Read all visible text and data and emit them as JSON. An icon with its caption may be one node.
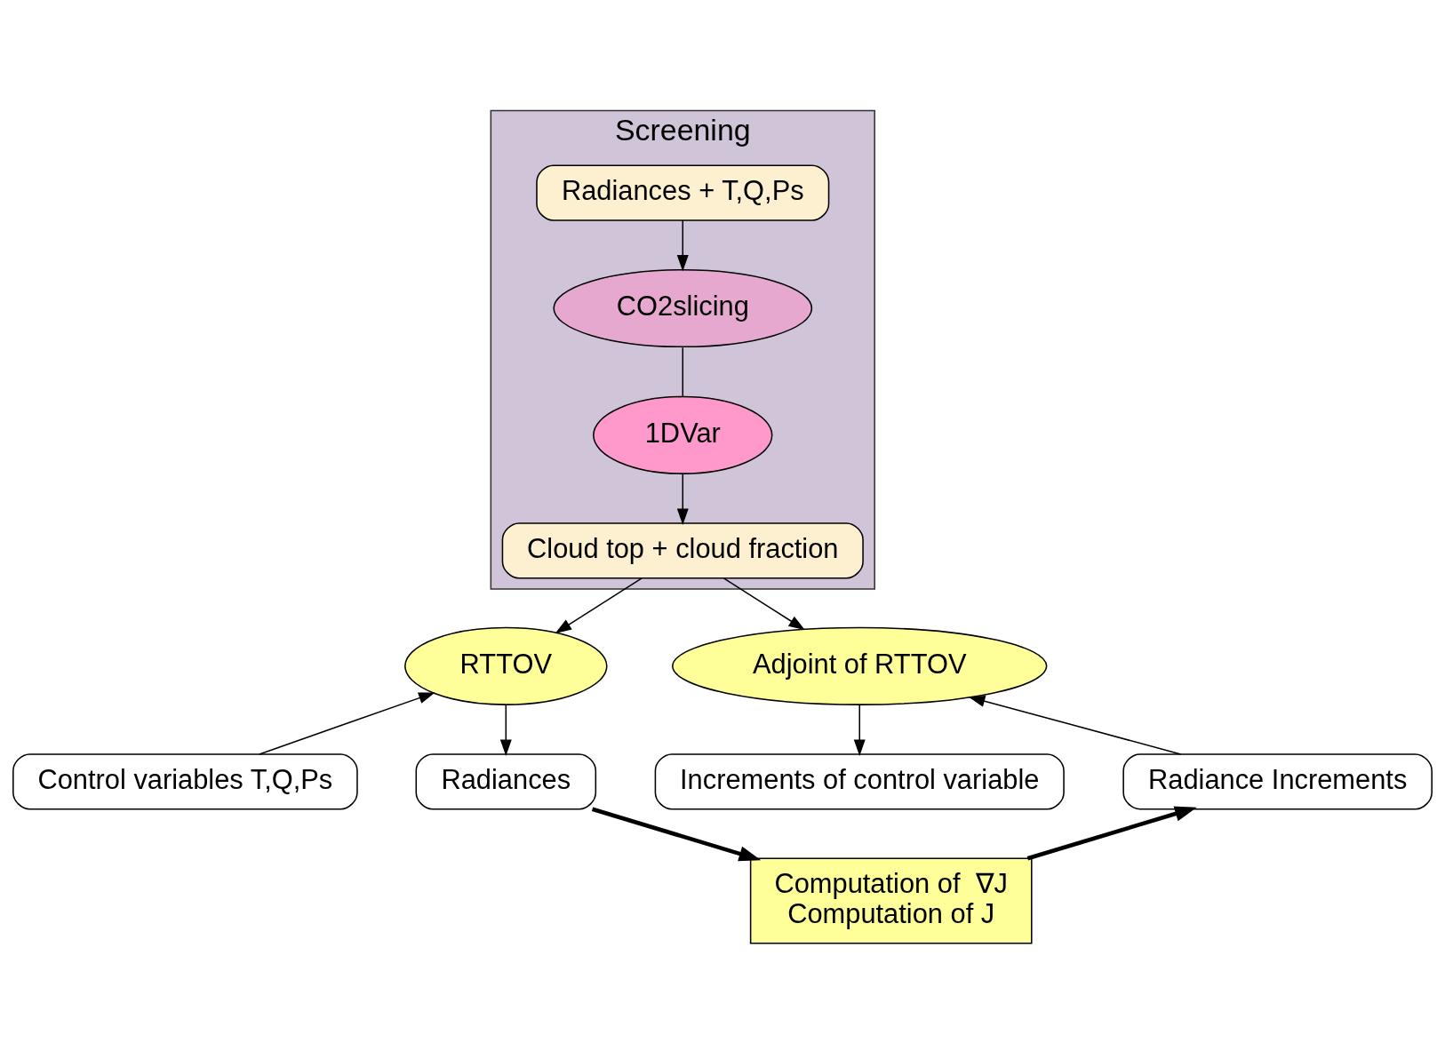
{
  "diagram": {
    "nodes": [
      {
        "text": [
          "Screening"
        ]
      },
      {
        "text": [
          "Radiances + T,Q,Ps"
        ],
        "in": 0
      },
      {
        "text": [
          "CO2slicing"
        ],
        "in": 0
      },
      {
        "text": [
          "1DVar"
        ],
        "in": 0
      },
      {
        "text": [
          "Cloud top + cloud fraction"
        ],
        "in": 0
      },
      {
        "text": [
          "Control variables T,Q,Ps"
        ]
      },
      {
        "text": [
          "RTTOV"
        ]
      },
      {
        "text": [
          "Radiances"
        ]
      },
      {
        "text": [
          "Computation of  ∇J",
          "Computation of J"
        ]
      },
      {
        "text": [
          "Increments of control variable"
        ]
      },
      {
        "text": [
          "Adjoint of RTTOV"
        ]
      },
      {
        "text": [
          "Radiance Increments"
        ]
      }
    ],
    "edges": [
      {
        "from": 1,
        "to": 2,
        "arrow": "to"
      },
      {
        "from": 2,
        "to": 3,
        "arrow": "none"
      },
      {
        "from": 3,
        "to": 4,
        "arrow": "to"
      },
      {
        "from": 5,
        "to": 6,
        "arrow": "to"
      },
      {
        "from": 6,
        "to": 7,
        "arrow": "to"
      },
      {
        "from": 4,
        "to": 6,
        "arrow": "to"
      },
      {
        "from": 4,
        "to": 10,
        "arrow": "to"
      },
      {
        "from": 7,
        "to": 8,
        "arrow": "to",
        "style": "thick"
      },
      {
        "from": 8,
        "to": 11,
        "arrow": "to",
        "style": "thick"
      },
      {
        "from": 11,
        "to": 10,
        "arrow": "to"
      },
      {
        "from": 10,
        "to": 9,
        "arrow": "to"
      }
    ]
  }
}
